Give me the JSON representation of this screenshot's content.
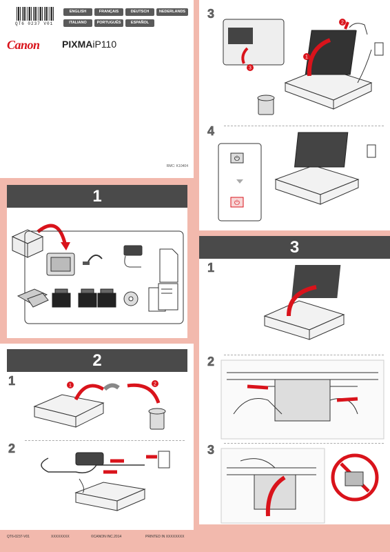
{
  "header": {
    "barcode_text": "QT6 0237 V01",
    "languages": [
      "ENGLISH",
      "FRANÇAIS",
      "DEUTSCH",
      "NEDERLANDS",
      "ITALIANO",
      "PORTUGUÊS",
      "ESPAÑOL"
    ],
    "brand": "Canon",
    "model_prefix": "PIXMA",
    "model_number": "iP110",
    "rmc": "RMC: K10404"
  },
  "sections": [
    {
      "number": "1"
    },
    {
      "number": "2",
      "steps": [
        "1",
        "2"
      ]
    },
    {
      "number": "3",
      "steps": [
        "1",
        "2",
        "3"
      ]
    }
  ],
  "right_top_steps": [
    "3",
    "4"
  ],
  "callouts": [
    "1",
    "2",
    "3"
  ],
  "footer": {
    "code": "QT6-0237-V01",
    "xxx": "XXXXXXXX",
    "copyright": "©CANON INC.2014",
    "printed": "PRINTED IN XXXXXXXX"
  },
  "colors": {
    "background": "#f2b9ad",
    "bar": "#4a4a4a",
    "accent": "#d9131b"
  }
}
